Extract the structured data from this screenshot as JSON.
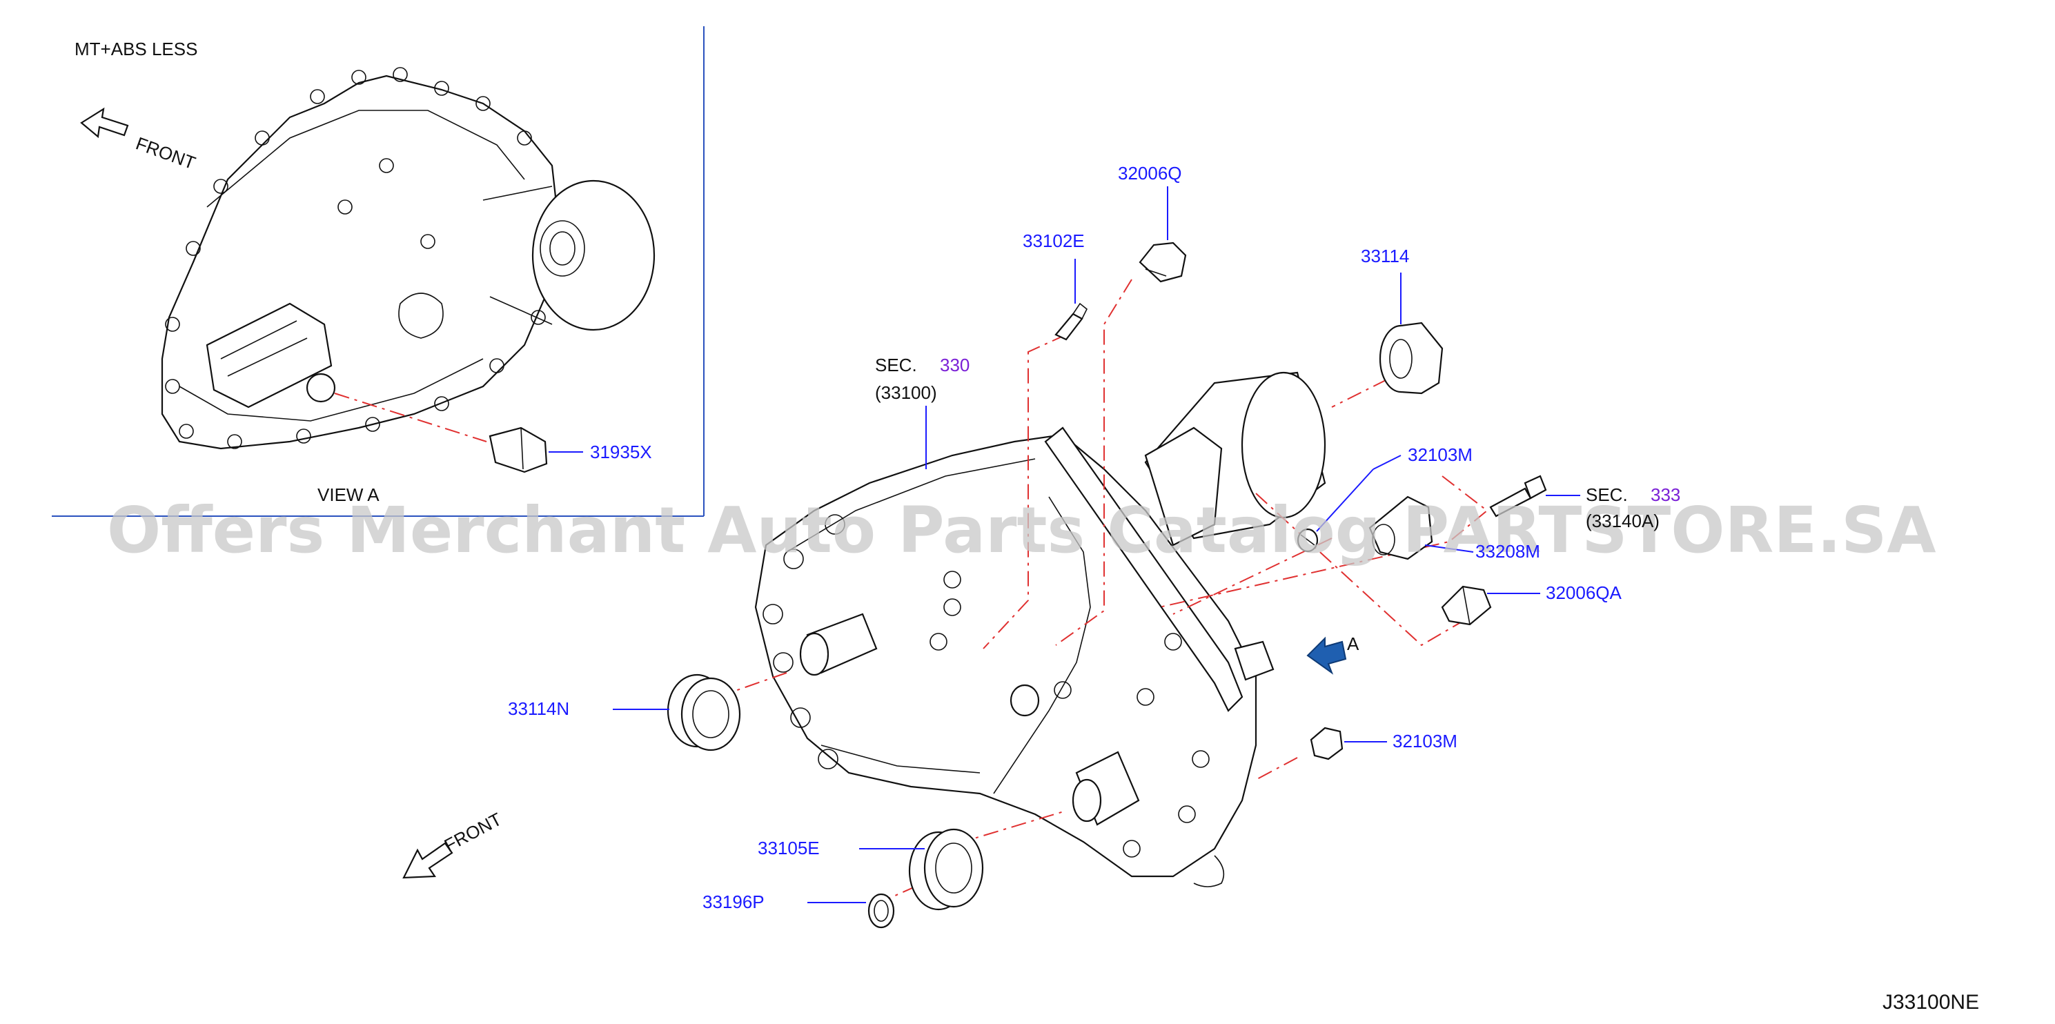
{
  "inset": {
    "title": "MT+ABS   LESS",
    "view_label": "VIEW   A",
    "front_label": "FRONT"
  },
  "main": {
    "front_label": "FRONT",
    "arrow_label": "A"
  },
  "callouts": {
    "p31935X": "31935X",
    "p32006Q": "32006Q",
    "p33102E": "33102E",
    "p33114": "33114",
    "sec330_prefix": "SEC.",
    "sec330_num": "330",
    "sec330_ref": "(33100)",
    "p32103M_top": "32103M",
    "sec333_prefix": "SEC.",
    "sec333_num": "333",
    "sec333_ref": "(33140A)",
    "p33208M": "33208M",
    "p32006QA": "32006QA",
    "p33114N": "33114N",
    "p32103M_bottom": "32103M",
    "p33105E": "33105E",
    "p33196P": "33196P"
  },
  "diagram_code": "J33100NE",
  "watermark": "Offers Merchant Auto Parts Catalog PARTSTORE.SA",
  "colors": {
    "part_number": "#1a1aff",
    "section_ref": "#7a1fd6",
    "leader_dash": "#e03030",
    "arrow_fill": "#1f5fb0",
    "divider": "#2a52be"
  }
}
